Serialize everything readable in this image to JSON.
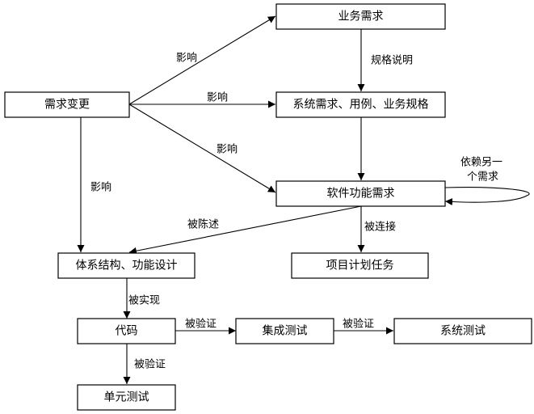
{
  "nodes": {
    "requirement_change": "需求变更",
    "business_requirement": "业务需求",
    "system_requirement": "系统需求、用例、业务规格",
    "software_function_requirement": "软件功能需求",
    "architecture_design": "体系结构、功能设计",
    "project_plan_task": "项目计划任务",
    "code": "代码",
    "integration_test": "集成测试",
    "system_test": "系统测试",
    "unit_test": "单元测试"
  },
  "edges": {
    "affects_business": "影响",
    "affects_system": "影响",
    "affects_software": "影响",
    "affects_architecture": "影响",
    "spec_description": "规格说明",
    "depends_line1": "依赖另一",
    "depends_line2": "个需求",
    "described_by": "被陈述",
    "linked_by": "被连接",
    "implemented_by": "被实现",
    "verified_by_integration": "被验证",
    "verified_by_system": "被验证",
    "verified_by_unit": "被验证"
  }
}
